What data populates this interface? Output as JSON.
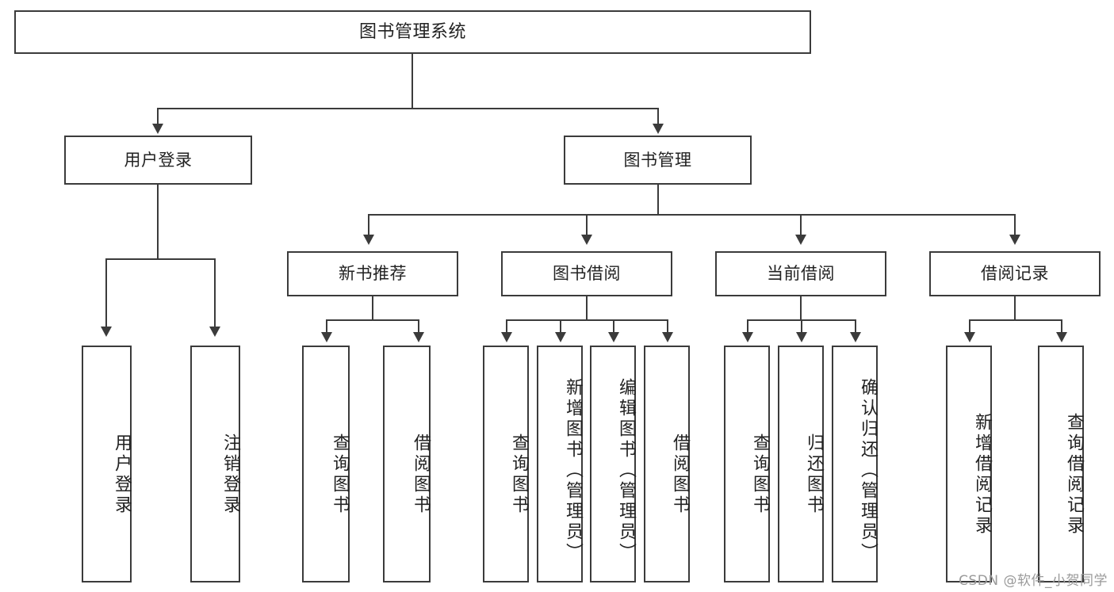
{
  "diagram": {
    "type": "tree-hierarchy",
    "title": "图书管理系统",
    "watermark": "CSDN @软件_小贺同学",
    "levels": {
      "root": {
        "label": "图书管理系统"
      },
      "level2": [
        {
          "label": "用户登录"
        },
        {
          "label": "图书管理"
        }
      ],
      "level3": [
        {
          "label": "新书推荐"
        },
        {
          "label": "图书借阅"
        },
        {
          "label": "当前借阅"
        },
        {
          "label": "借阅记录"
        }
      ],
      "leaves": [
        {
          "label": "用户登录"
        },
        {
          "label": "注销登录"
        },
        {
          "label": "查询图书"
        },
        {
          "label": "借阅图书"
        },
        {
          "label": "查询图书"
        },
        {
          "label": "新增图书（管理员）"
        },
        {
          "label": "编辑图书（管理员）"
        },
        {
          "label": "借阅图书"
        },
        {
          "label": "查询图书"
        },
        {
          "label": "归还图书"
        },
        {
          "label": "确认归还（管理员）"
        },
        {
          "label": "新增借阅记录"
        },
        {
          "label": "查询借阅记录"
        }
      ]
    },
    "colors": {
      "border": "#3b3b3b",
      "background": "#ffffff",
      "text": "#222222",
      "watermark": "#9a9a9a"
    }
  }
}
